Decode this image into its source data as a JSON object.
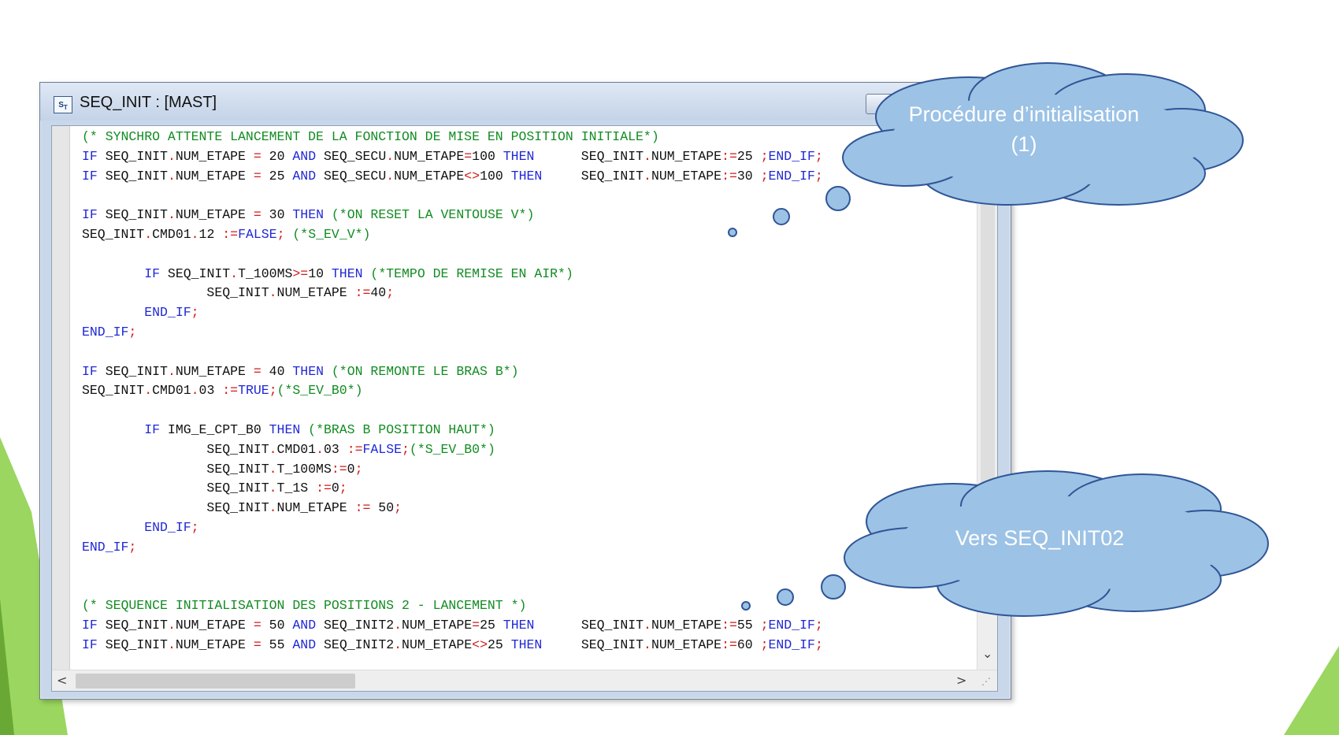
{
  "window": {
    "title": "SEQ_INIT : [MAST]",
    "icon": "structured-text-icon"
  },
  "code_lines": [
    [
      [
        "cm",
        "(* SYNCHRO ATTENTE LANCEMENT DE LA FONCTION DE MISE EN POSITION INITIALE*)"
      ]
    ],
    [
      [
        "kw",
        "IF"
      ],
      [
        "tx",
        " SEQ_INIT"
      ],
      [
        "op",
        "."
      ],
      [
        "tx",
        "NUM_ETAPE "
      ],
      [
        "op",
        "="
      ],
      [
        "tx",
        " 20 "
      ],
      [
        "kw",
        "AND"
      ],
      [
        "tx",
        " SEQ_SECU"
      ],
      [
        "op",
        "."
      ],
      [
        "tx",
        "NUM_ETAPE"
      ],
      [
        "op",
        "="
      ],
      [
        "tx",
        "100 "
      ],
      [
        "kw",
        "THEN"
      ],
      [
        "tx",
        "      SEQ_INIT"
      ],
      [
        "op",
        "."
      ],
      [
        "tx",
        "NUM_ETAPE"
      ],
      [
        "op",
        ":="
      ],
      [
        "tx",
        "25 "
      ],
      [
        "op",
        ";"
      ],
      [
        "kw",
        "END_IF"
      ],
      [
        "op",
        ";"
      ]
    ],
    [
      [
        "kw",
        "IF"
      ],
      [
        "tx",
        " SEQ_INIT"
      ],
      [
        "op",
        "."
      ],
      [
        "tx",
        "NUM_ETAPE "
      ],
      [
        "op",
        "="
      ],
      [
        "tx",
        " 25 "
      ],
      [
        "kw",
        "AND"
      ],
      [
        "tx",
        " SEQ_SECU"
      ],
      [
        "op",
        "."
      ],
      [
        "tx",
        "NUM_ETAPE"
      ],
      [
        "op",
        "<>"
      ],
      [
        "tx",
        "100 "
      ],
      [
        "kw",
        "THEN"
      ],
      [
        "tx",
        "     SEQ_INIT"
      ],
      [
        "op",
        "."
      ],
      [
        "tx",
        "NUM_ETAPE"
      ],
      [
        "op",
        ":="
      ],
      [
        "tx",
        "30 "
      ],
      [
        "op",
        ";"
      ],
      [
        "kw",
        "END_IF"
      ],
      [
        "op",
        ";"
      ]
    ],
    [],
    [
      [
        "kw",
        "IF"
      ],
      [
        "tx",
        " SEQ_INIT"
      ],
      [
        "op",
        "."
      ],
      [
        "tx",
        "NUM_ETAPE "
      ],
      [
        "op",
        "="
      ],
      [
        "tx",
        " 30 "
      ],
      [
        "kw",
        "THEN"
      ],
      [
        "tx",
        " "
      ],
      [
        "cm",
        "(*ON RESET LA VENTOUSE V*)"
      ]
    ],
    [
      [
        "tx",
        "SEQ_INIT"
      ],
      [
        "op",
        "."
      ],
      [
        "tx",
        "CMD01"
      ],
      [
        "op",
        "."
      ],
      [
        "tx",
        "12 "
      ],
      [
        "op",
        ":="
      ],
      [
        "kw",
        "FALSE"
      ],
      [
        "op",
        ";"
      ],
      [
        "tx",
        " "
      ],
      [
        "cm",
        "(*S_EV_V*)"
      ]
    ],
    [],
    [
      [
        "tx",
        "        "
      ],
      [
        "kw",
        "IF"
      ],
      [
        "tx",
        " SEQ_INIT"
      ],
      [
        "op",
        "."
      ],
      [
        "tx",
        "T_100MS"
      ],
      [
        "op",
        ">="
      ],
      [
        "tx",
        "10 "
      ],
      [
        "kw",
        "THEN"
      ],
      [
        "tx",
        " "
      ],
      [
        "cm",
        "(*TEMPO DE REMISE EN AIR*)"
      ]
    ],
    [
      [
        "tx",
        "                SEQ_INIT"
      ],
      [
        "op",
        "."
      ],
      [
        "tx",
        "NUM_ETAPE "
      ],
      [
        "op",
        ":="
      ],
      [
        "tx",
        "40"
      ],
      [
        "op",
        ";"
      ]
    ],
    [
      [
        "tx",
        "        "
      ],
      [
        "kw",
        "END_IF"
      ],
      [
        "op",
        ";"
      ]
    ],
    [
      [
        "kw",
        "END_IF"
      ],
      [
        "op",
        ";"
      ]
    ],
    [],
    [
      [
        "kw",
        "IF"
      ],
      [
        "tx",
        " SEQ_INIT"
      ],
      [
        "op",
        "."
      ],
      [
        "tx",
        "NUM_ETAPE "
      ],
      [
        "op",
        "="
      ],
      [
        "tx",
        " 40 "
      ],
      [
        "kw",
        "THEN"
      ],
      [
        "tx",
        " "
      ],
      [
        "cm",
        "(*ON REMONTE LE BRAS B*)"
      ]
    ],
    [
      [
        "tx",
        "SEQ_INIT"
      ],
      [
        "op",
        "."
      ],
      [
        "tx",
        "CMD01"
      ],
      [
        "op",
        "."
      ],
      [
        "tx",
        "03 "
      ],
      [
        "op",
        ":="
      ],
      [
        "kw",
        "TRUE"
      ],
      [
        "op",
        ";"
      ],
      [
        "cm",
        "(*S_EV_B0*)"
      ]
    ],
    [],
    [
      [
        "tx",
        "        "
      ],
      [
        "kw",
        "IF"
      ],
      [
        "tx",
        " IMG_E_CPT_B0 "
      ],
      [
        "kw",
        "THEN"
      ],
      [
        "tx",
        " "
      ],
      [
        "cm",
        "(*BRAS B POSITION HAUT*)"
      ]
    ],
    [
      [
        "tx",
        "                SEQ_INIT"
      ],
      [
        "op",
        "."
      ],
      [
        "tx",
        "CMD01"
      ],
      [
        "op",
        "."
      ],
      [
        "tx",
        "03 "
      ],
      [
        "op",
        ":="
      ],
      [
        "kw",
        "FALSE"
      ],
      [
        "op",
        ";"
      ],
      [
        "cm",
        "(*S_EV_B0*)"
      ]
    ],
    [
      [
        "tx",
        "                SEQ_INIT"
      ],
      [
        "op",
        "."
      ],
      [
        "tx",
        "T_100MS"
      ],
      [
        "op",
        ":="
      ],
      [
        "tx",
        "0"
      ],
      [
        "op",
        ";"
      ]
    ],
    [
      [
        "tx",
        "                SEQ_INIT"
      ],
      [
        "op",
        "."
      ],
      [
        "tx",
        "T_1S "
      ],
      [
        "op",
        ":="
      ],
      [
        "tx",
        "0"
      ],
      [
        "op",
        ";"
      ]
    ],
    [
      [
        "tx",
        "                SEQ_INIT"
      ],
      [
        "op",
        "."
      ],
      [
        "tx",
        "NUM_ETAPE "
      ],
      [
        "op",
        ":="
      ],
      [
        "tx",
        " 50"
      ],
      [
        "op",
        ";"
      ]
    ],
    [
      [
        "tx",
        "        "
      ],
      [
        "kw",
        "END_IF"
      ],
      [
        "op",
        ";"
      ]
    ],
    [
      [
        "kw",
        "END_IF"
      ],
      [
        "op",
        ";"
      ]
    ],
    [],
    [],
    [
      [
        "cm",
        "(* SEQUENCE INITIALISATION DES POSITIONS 2 - LANCEMENT *)"
      ]
    ],
    [
      [
        "kw",
        "IF"
      ],
      [
        "tx",
        " SEQ_INIT"
      ],
      [
        "op",
        "."
      ],
      [
        "tx",
        "NUM_ETAPE "
      ],
      [
        "op",
        "="
      ],
      [
        "tx",
        " 50 "
      ],
      [
        "kw",
        "AND"
      ],
      [
        "tx",
        " SEQ_INIT2"
      ],
      [
        "op",
        "."
      ],
      [
        "tx",
        "NUM_ETAPE"
      ],
      [
        "op",
        "="
      ],
      [
        "tx",
        "25 "
      ],
      [
        "kw",
        "THEN"
      ],
      [
        "tx",
        "      SEQ_INIT"
      ],
      [
        "op",
        "."
      ],
      [
        "tx",
        "NUM_ETAPE"
      ],
      [
        "op",
        ":="
      ],
      [
        "tx",
        "55 "
      ],
      [
        "op",
        ";"
      ],
      [
        "kw",
        "END_IF"
      ],
      [
        "op",
        ";"
      ]
    ],
    [
      [
        "kw",
        "IF"
      ],
      [
        "tx",
        " SEQ_INIT"
      ],
      [
        "op",
        "."
      ],
      [
        "tx",
        "NUM_ETAPE "
      ],
      [
        "op",
        "="
      ],
      [
        "tx",
        " 55 "
      ],
      [
        "kw",
        "AND"
      ],
      [
        "tx",
        " SEQ_INIT2"
      ],
      [
        "op",
        "."
      ],
      [
        "tx",
        "NUM_ETAPE"
      ],
      [
        "op",
        "<>"
      ],
      [
        "tx",
        "25 "
      ],
      [
        "kw",
        "THEN"
      ],
      [
        "tx",
        "     SEQ_INIT"
      ],
      [
        "op",
        "."
      ],
      [
        "tx",
        "NUM_ETAPE"
      ],
      [
        "op",
        ":="
      ],
      [
        "tx",
        "60 "
      ],
      [
        "op",
        ";"
      ],
      [
        "kw",
        "END_IF"
      ],
      [
        "op",
        ";"
      ]
    ]
  ],
  "callouts": {
    "top": {
      "line1": "Procédure d’initialisation",
      "line2": "(1)"
    },
    "bottom": {
      "text": "Vers SEQ_INIT02"
    }
  },
  "colors": {
    "keyword": "#1f28d6",
    "comment": "#128c22",
    "operator": "#d41919",
    "cloud_fill": "#9cc2e5",
    "cloud_stroke": "#2f5597",
    "accent_green": "#8fd14f"
  }
}
